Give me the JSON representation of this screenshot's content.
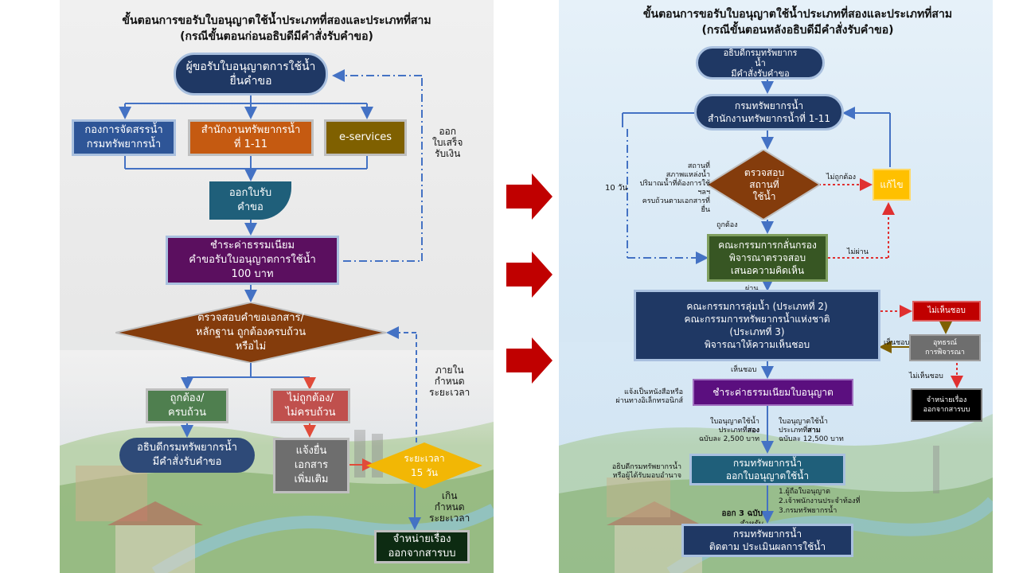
{
  "left": {
    "title_line1": "ขั้นตอนการขอรับใบอนุญาตใช้น้ำประเภทที่สองและประเภทที่สาม",
    "title_line2": "(กรณีขั้นตอนก่อนอธิบดีมีคำสั่งรับคำขอ)",
    "applicant": "ผู้ขอรับใบอนุญาตการใช้น้ำ\nยื่นคำขอ",
    "office_allocation": "กองการจัดสรรน้ำ\nกรมทรัพยากรน้ำ",
    "office_regional": "สำนักงานทรัพยากรน้ำ\nที่ 1-11",
    "office_eservices": "e-services",
    "receipt": "ออกใบรับ\nคำขอ",
    "fee": "ชำระค่าธรรมเนียม\nคำขอรับใบอนุญาตการใช้น้ำ\n100 บาท",
    "check_docs": "ตรวจสอบคำขอเอกสาร/\nหลักฐาน ถูกต้องครบถ้วน\nหรือไม่",
    "correct": "ถูกต้อง/\nครบถ้วน",
    "incorrect": "ไม่ถูกต้อง/\nไม่ครบถ้วน",
    "dg_order": "อธิบดีกรมทรัพยากรน้ำ\nมีคำสั่งรับคำขอ",
    "notify_docs": "แจ้งยื่น\nเอกสาร\nเพิ่มเติม",
    "period": "ระยะเวลา\n15 วัน",
    "remove": "จำหน่ายเรื่อง\nออกจากสารบบ",
    "issue_receipt_note": "ออก\nใบเสร็จ\nรับเงิน",
    "within_period_note": "ภายใน\nกำหนด\nระยะเวลา",
    "over_period_note": "เกิน\nกำหนด\nระยะเวลา"
  },
  "right": {
    "title_line1": "ขั้นตอนการขอรับใบอนุญาตใช้น้ำประเภทที่สองและประเภทที่สาม",
    "title_line2": "(กรณีขั้นตอนหลังอธิบดีมีคำสั่งรับคำขอ)",
    "dg_order": "อธิบดีกรมทรัพยากร\nน้ำ\nมีคำสั่งรับคำขอ",
    "dept_office": "กรมทรัพยากรน้ำ\nสำนักงานทรัพยากรน้ำที่ 1-11",
    "inspect": "ตรวจสอบ\nสถานที่\nใช้น้ำ",
    "inspect_criteria": "สถานที่\nสภาพแหล่งน้ำ\nปริมาณน้ำที่ต้องการใช้\nฯลฯ\nครบถ้วนตามเอกสารที่\nยื่น",
    "fix": "แก้ไข",
    "not_correct_note": "ไม่ถูกต้อง",
    "correct_note": "ถูกต้อง",
    "ten_days": "10 วัน",
    "screening": "คณะกรรมการกลั่นกรอง\nพิจารณาตรวจสอบ\nเสนอความคิดเห็น",
    "not_pass_note": "ไม่ผ่าน",
    "pass_note": "ผ่าน",
    "basin_committee": "คณะกรรมการลุ่มน้ำ (ประเภทที่ 2)\nคณะกรรมการทรัพยากรน้ำแห่งชาติ\n(ประเภทที่ 3)\nพิจารณาให้ความเห็นชอบ",
    "disapprove": "ไม่เห็นชอบ",
    "appeal": "อุทธรณ์\nการพิจารณา",
    "approve_note": "เห็นชอบ",
    "approve_note2": "เห็นชอบ",
    "disapprove_note": "ไม่เห็นชอบ",
    "remove": "จำหน่ายเรื่อง\nออกจากสารบบ",
    "license_fee": "ชำระค่าธรรมเนียมใบอนุญาต",
    "notify_note": "แจ้งเป็นหนังสือหรือ\nผ่านทางอิเล็กทรอนิกส์",
    "fee_type2_a": "ใบอนุญาตใช้น้ำ\nประเภทที่",
    "fee_type2_b": "สอง",
    "fee_type2_c": "ฉบับละ 2,500 บาท",
    "fee_type3_a": "ใบอนุญาตใช้น้ำ\nประเภทที่",
    "fee_type3_b": "สาม",
    "fee_type3_c": "ฉบับละ 12,500 บาท",
    "issue_license": "กรมทรัพยากรน้ำ\nออกใบอนุญาตใช้น้ำ",
    "authorized_note": "อธิบดีกรมทรัพยากรน้ำ\nหรือผู้ได้รับมอบอำนาจ",
    "copies_a": "ออก 3 ฉบับ",
    "copies_b": "สำหรับ",
    "recipients": "1.ผู้ถือใบอนุญาต\n2.เจ้าพนักงานประจำท้องที่\n3.กรมทรัพยากรน้ำ",
    "monitor": "กรมทรัพยากรน้ำ\nติดตาม ประเมินผลการใช้น้ำ"
  },
  "colors": {
    "dark_blue": "#1f3864",
    "blue": "#2e5597",
    "orange": "#c55a11",
    "olive": "#7f6000",
    "teal": "#1f5f7a",
    "purple": "#5b0f5f",
    "brown": "#843c0c",
    "green": "#4f7f4f",
    "red": "#c00000",
    "gold": "#f2b705",
    "arrow_red": "#c00000"
  }
}
